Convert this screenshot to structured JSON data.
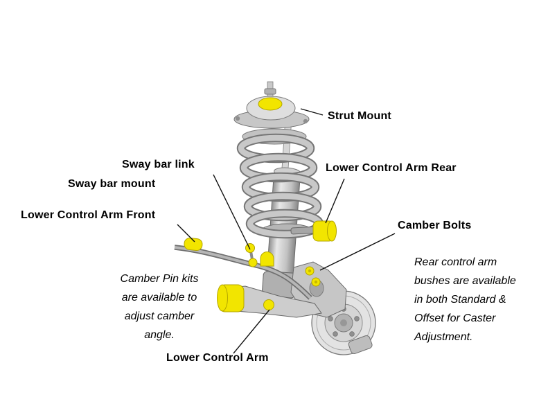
{
  "labels": {
    "strut_mount": "Strut Mount",
    "sway_bar_link": "Sway bar link",
    "sway_bar_mount": "Sway bar mount",
    "lower_control_arm_rear": "Lower Control Arm Rear",
    "lower_control_arm_front": "Lower Control Arm Front",
    "camber_bolts": "Camber Bolts",
    "lower_control_arm": "Lower Control Arm"
  },
  "notes": {
    "camber_note": "Camber Pin kits\nare available to\nadjust camber\nangle.",
    "caster_note": "Rear control arm\nbushes are available\nin both Standard &\nOffset for Caster\nAdjustment."
  },
  "colors": {
    "highlight": "#f2e500",
    "metal-light": "#e3e3e3",
    "metal-mid": "#c6c6c6",
    "metal-dark": "#8f8f8f",
    "outline": "#6b6b6b",
    "leader-line": "#101010",
    "background": "#ffffff",
    "text": "#000000"
  }
}
